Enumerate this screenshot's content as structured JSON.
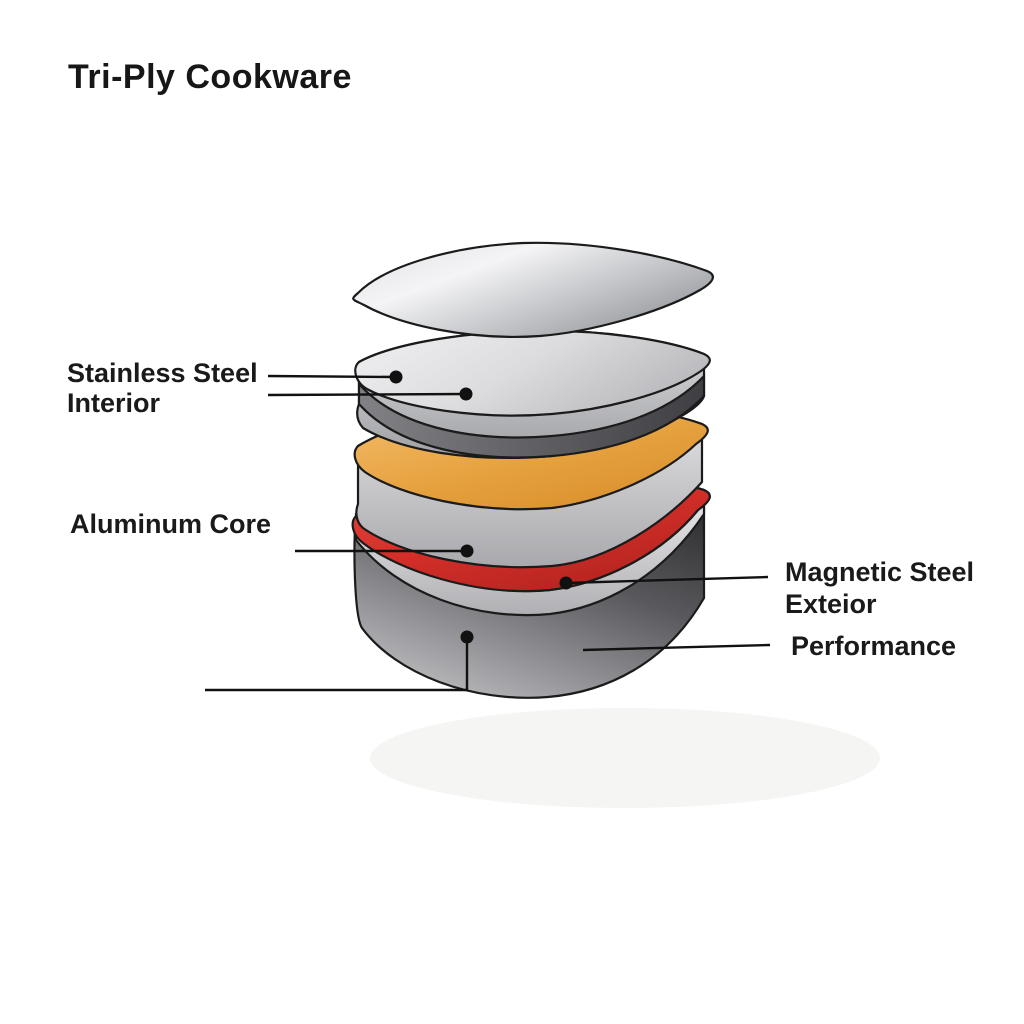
{
  "title": "Tri-Ply Cookware",
  "colors": {
    "background": "#ffffff",
    "outline": "#1b1b1b",
    "text": "#1a1a1a",
    "steel_light": "#ececee",
    "steel_shadow": "#a0a0a4",
    "dark_band": "#4a4a4e",
    "aluminum_orange": "#e8a84c",
    "magnetic_red": "#d5322b",
    "exterior_dark": "#39393c"
  },
  "diagram": {
    "type": "exploded-layer-diagram",
    "layers": [
      {
        "id": "top-plate",
        "material": "stainless-steel",
        "color": "#d9d9db"
      },
      {
        "id": "interior-slab",
        "material": "stainless-steel",
        "color": "#cfcfd3"
      },
      {
        "id": "core-slab",
        "material": "aluminum",
        "color": "#e8a84c"
      },
      {
        "id": "exterior-slab",
        "material": "magnetic-steel",
        "color": "#d5322b"
      }
    ],
    "callouts": [
      {
        "id": "stainless-steel-interior",
        "line1": "Stainless Steel",
        "line2": "Interior",
        "side": "left"
      },
      {
        "id": "aluminum-core",
        "line1": "Aluminum Core",
        "line2": "",
        "side": "left"
      },
      {
        "id": "magnetic-steel-exterior",
        "line1": "Magnetic Steel",
        "line2": "Exteior",
        "side": "right"
      },
      {
        "id": "performance",
        "line1": "Performance",
        "line2": "",
        "side": "right"
      }
    ]
  }
}
